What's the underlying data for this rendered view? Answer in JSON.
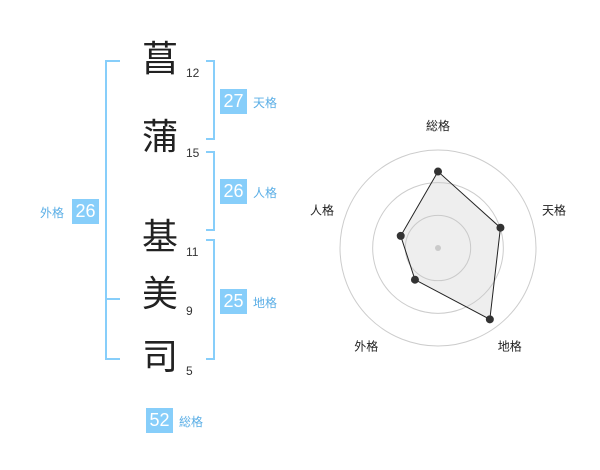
{
  "colors": {
    "box_fill": "#87cefa",
    "bracket": "#87cefa",
    "label_text": "#5aaee6"
  },
  "name": {
    "characters": [
      {
        "char": "菖",
        "strokes": "12"
      },
      {
        "char": "蒲",
        "strokes": "15"
      },
      {
        "char": "基",
        "strokes": "11"
      },
      {
        "char": "美",
        "strokes": "9"
      },
      {
        "char": "司",
        "strokes": "5"
      }
    ]
  },
  "fortunes": {
    "tenkaku": {
      "value": "27",
      "label": "天格"
    },
    "jinkaku": {
      "value": "26",
      "label": "人格"
    },
    "chikaku": {
      "value": "25",
      "label": "地格"
    },
    "gaikaku": {
      "value": "26",
      "label": "外格"
    },
    "soukaku": {
      "value": "52",
      "label": "総格"
    }
  },
  "chart_data": {
    "type": "radar",
    "axes": [
      "総格",
      "天格",
      "地格",
      "外格",
      "人格"
    ],
    "values": [
      0.78,
      0.67,
      0.9,
      0.4,
      0.4
    ],
    "range": [
      0,
      1
    ],
    "rings": 3,
    "grid": true
  }
}
